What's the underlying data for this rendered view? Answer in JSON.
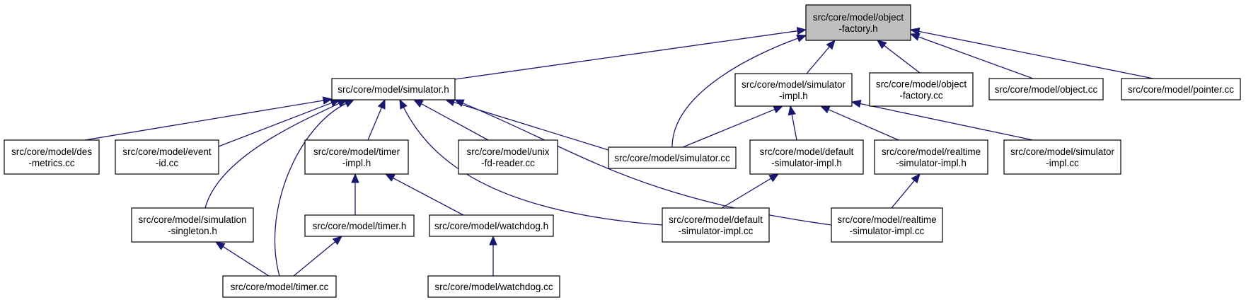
{
  "colors": {
    "edge": "#191970",
    "root_fill": "#bfbfbf",
    "node_fill": "#ffffff",
    "node_border": "#000000"
  },
  "nodes": [
    {
      "id": "object-factory-h",
      "lines": [
        "src/core/model/object",
        "-factory.h"
      ],
      "root": true
    },
    {
      "id": "simulator-h",
      "lines": [
        "src/core/model/simulator.h"
      ]
    },
    {
      "id": "simulator-impl-h",
      "lines": [
        "src/core/model/simulator",
        "-impl.h"
      ]
    },
    {
      "id": "object-factory-cc",
      "lines": [
        "src/core/model/object",
        "-factory.cc"
      ]
    },
    {
      "id": "object-cc",
      "lines": [
        "src/core/model/object.cc"
      ]
    },
    {
      "id": "pointer-cc",
      "lines": [
        "src/core/model/pointer.cc"
      ]
    },
    {
      "id": "des-metrics-cc",
      "lines": [
        "src/core/model/des",
        "-metrics.cc"
      ]
    },
    {
      "id": "event-id-cc",
      "lines": [
        "src/core/model/event",
        "-id.cc"
      ]
    },
    {
      "id": "timer-impl-h",
      "lines": [
        "src/core/model/timer",
        "-impl.h"
      ]
    },
    {
      "id": "unix-fd-reader-cc",
      "lines": [
        "src/core/model/unix",
        "-fd-reader.cc"
      ]
    },
    {
      "id": "simulator-cc",
      "lines": [
        "src/core/model/simulator.cc"
      ]
    },
    {
      "id": "default-simulator-impl-h",
      "lines": [
        "src/core/model/default",
        "-simulator-impl.h"
      ]
    },
    {
      "id": "realtime-simulator-impl-h",
      "lines": [
        "src/core/model/realtime",
        "-simulator-impl.h"
      ]
    },
    {
      "id": "simulator-impl-cc",
      "lines": [
        "src/core/model/simulator",
        "-impl.cc"
      ]
    },
    {
      "id": "simulation-singleton-h",
      "lines": [
        "src/core/model/simulation",
        "-singleton.h"
      ]
    },
    {
      "id": "timer-h",
      "lines": [
        "src/core/model/timer.h"
      ]
    },
    {
      "id": "watchdog-h",
      "lines": [
        "src/core/model/watchdog.h"
      ]
    },
    {
      "id": "default-simulator-impl-cc",
      "lines": [
        "src/core/model/default",
        "-simulator-impl.cc"
      ]
    },
    {
      "id": "realtime-simulator-impl-cc",
      "lines": [
        "src/core/model/realtime",
        "-simulator-impl.cc"
      ]
    },
    {
      "id": "timer-cc",
      "lines": [
        "src/core/model/timer.cc"
      ]
    },
    {
      "id": "watchdog-cc",
      "lines": [
        "src/core/model/watchdog.cc"
      ]
    }
  ],
  "edges": [
    {
      "from": "simulator-h",
      "to": "object-factory-h"
    },
    {
      "from": "simulator-cc",
      "to": "object-factory-h"
    },
    {
      "from": "simulator-impl-h",
      "to": "object-factory-h"
    },
    {
      "from": "object-factory-cc",
      "to": "object-factory-h"
    },
    {
      "from": "object-cc",
      "to": "object-factory-h"
    },
    {
      "from": "pointer-cc",
      "to": "object-factory-h"
    },
    {
      "from": "des-metrics-cc",
      "to": "simulator-h"
    },
    {
      "from": "event-id-cc",
      "to": "simulator-h"
    },
    {
      "from": "simulation-singleton-h",
      "to": "simulator-h"
    },
    {
      "from": "timer-cc",
      "to": "simulator-h"
    },
    {
      "from": "timer-impl-h",
      "to": "simulator-h"
    },
    {
      "from": "default-simulator-impl-cc",
      "to": "simulator-h"
    },
    {
      "from": "unix-fd-reader-cc",
      "to": "simulator-h"
    },
    {
      "from": "simulator-cc",
      "to": "simulator-h"
    },
    {
      "from": "realtime-simulator-impl-cc",
      "to": "simulator-h"
    },
    {
      "from": "simulator-cc",
      "to": "simulator-impl-h"
    },
    {
      "from": "default-simulator-impl-h",
      "to": "simulator-impl-h"
    },
    {
      "from": "realtime-simulator-impl-h",
      "to": "simulator-impl-h"
    },
    {
      "from": "simulator-impl-cc",
      "to": "simulator-impl-h"
    },
    {
      "from": "timer-h",
      "to": "timer-impl-h"
    },
    {
      "from": "watchdog-h",
      "to": "timer-impl-h"
    },
    {
      "from": "timer-cc",
      "to": "simulation-singleton-h"
    },
    {
      "from": "timer-cc",
      "to": "timer-h"
    },
    {
      "from": "watchdog-cc",
      "to": "watchdog-h"
    },
    {
      "from": "default-simulator-impl-cc",
      "to": "default-simulator-impl-h"
    },
    {
      "from": "realtime-simulator-impl-cc",
      "to": "realtime-simulator-impl-h"
    }
  ]
}
